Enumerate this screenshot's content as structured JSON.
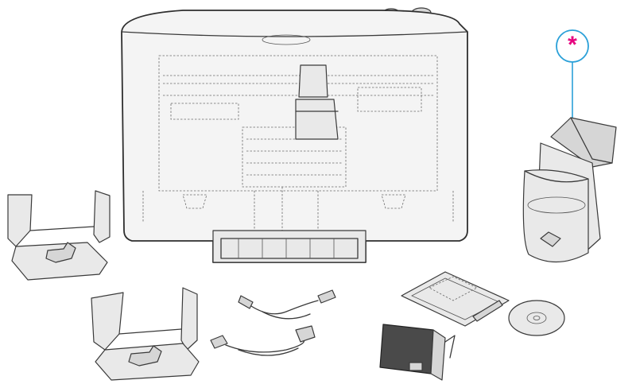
{
  "callout": {
    "symbol": "*",
    "circle_color": "#2aa0d8",
    "symbol_color": "#e6007e"
  },
  "parts": [
    {
      "id": "printer-unit",
      "icon": "disc-publisher-icon"
    },
    {
      "id": "tall-disc-bin",
      "icon": "disc-bin-icon"
    },
    {
      "id": "disc-holder-top",
      "icon": "disc-holder-icon"
    },
    {
      "id": "disc-holder-bottom",
      "icon": "disc-holder-icon"
    },
    {
      "id": "usb-cable",
      "icon": "usb-cable-icon"
    },
    {
      "id": "power-cord",
      "icon": "power-cord-icon"
    },
    {
      "id": "ink-cartridge",
      "icon": "ink-cartridge-icon"
    },
    {
      "id": "documents",
      "icon": "document-packet-icon"
    },
    {
      "id": "software-disc",
      "icon": "cd-icon"
    }
  ]
}
